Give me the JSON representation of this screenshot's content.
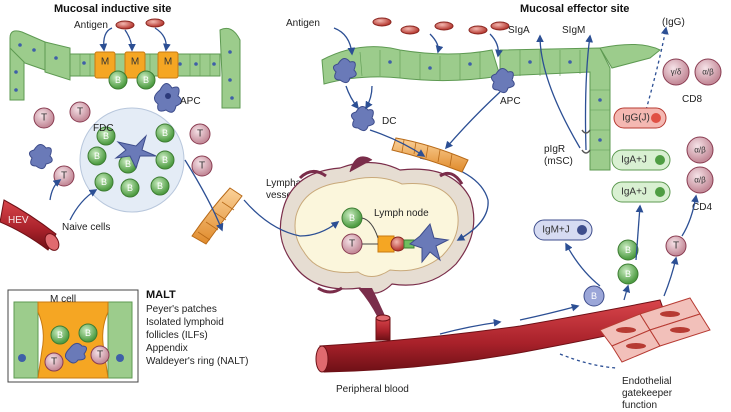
{
  "headers": {
    "inductive": "Mucosal inductive site",
    "effector": "Mucosal effector site"
  },
  "labels": {
    "antigen_left": "Antigen",
    "antigen_right": "Antigen",
    "m_cell": "M",
    "apc_left": "APC",
    "apc_right": "APC",
    "fdc": "FDC",
    "dc": "DC",
    "hev": "HEV",
    "naive_cells": "Naive cells",
    "lymphatic_vessel_1": "Lymphatic",
    "lymphatic_vessel_2": "vessel",
    "lymph_node": "Lymph node",
    "peripheral_blood": "Peripheral blood",
    "siga": "SIgA",
    "sigm": "SIgM",
    "igg_paren": "(IgG)",
    "iggj": "IgG(J)",
    "pigr_1": "pIgR",
    "pigr_2": "(mSC)",
    "igaj_1": "IgA+J",
    "igaj_2": "IgA+J",
    "igmj": "IgM+J",
    "cd8": "CD8",
    "cd4": "CD4",
    "endo_1": "Endothelial",
    "endo_2": "gatekeeper",
    "endo_3": "function",
    "gd": "γ/δ",
    "ab1": "α/β",
    "ab2": "α/β",
    "ab3": "α/β",
    "t": "T",
    "b": "B"
  },
  "malt": {
    "inset_title": "M cell",
    "title": "MALT",
    "items": [
      "Peyer's patches",
      "Isolated lymphoid",
      "follicles (ILFs)",
      "Appendix",
      "Waldeyer's ring (NALT)"
    ]
  },
  "colors": {
    "epithelium": "#9ccc8c",
    "epithelium_dark": "#5e9a52",
    "m_cell": "#f5a623",
    "t_cell": "#e8c4cc",
    "t_cell_dark": "#8a3d52",
    "b_cell": "#6fbf5f",
    "vessel": "#b8262e",
    "lymph": "#f4a547",
    "apc": "#6a7ab8",
    "arrow": "#2c4f94"
  }
}
